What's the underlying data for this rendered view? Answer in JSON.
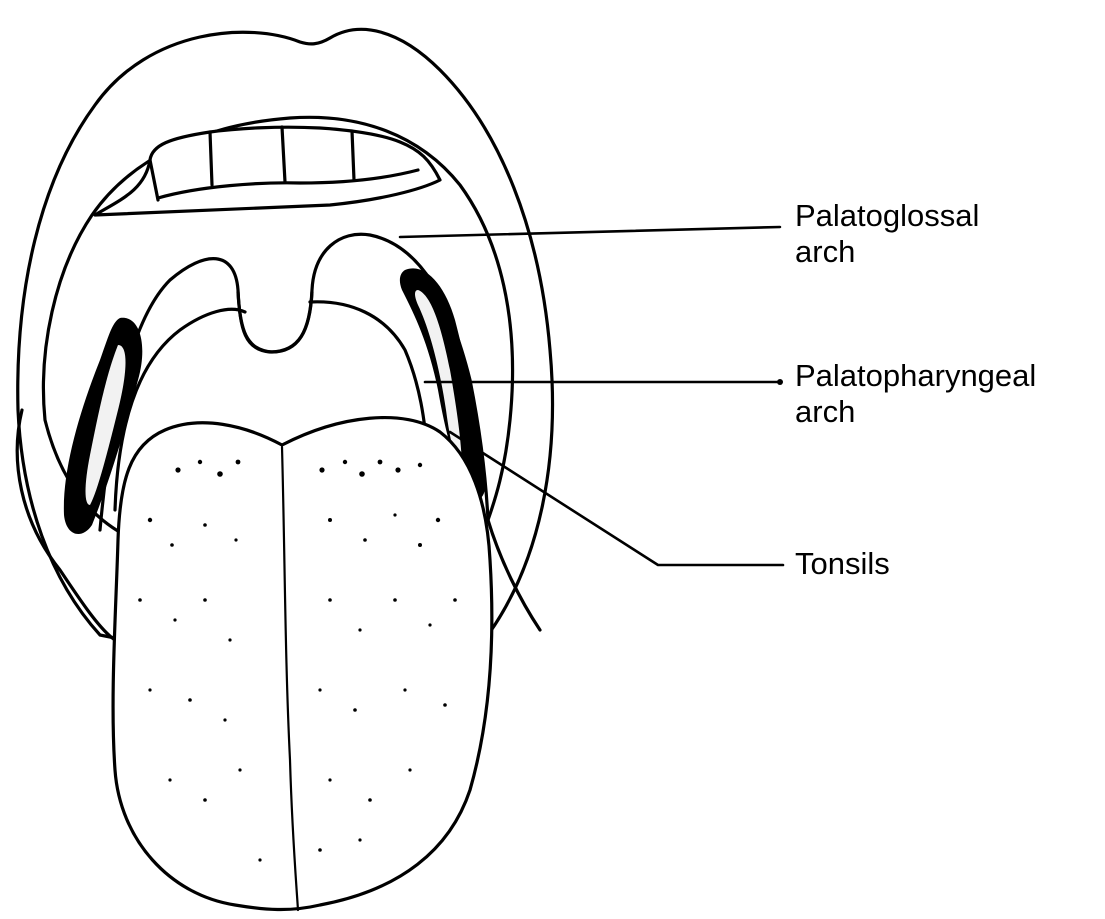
{
  "labels": {
    "palatoglossal": {
      "line1": "Palatoglossal",
      "line2": "arch"
    },
    "palatopharyngeal": {
      "line1": "Palatopharyngeal",
      "line2": "arch"
    },
    "tonsils": {
      "line1": "Tonsils"
    }
  },
  "colors": {
    "ink": "#000000",
    "paper": "#ffffff"
  }
}
